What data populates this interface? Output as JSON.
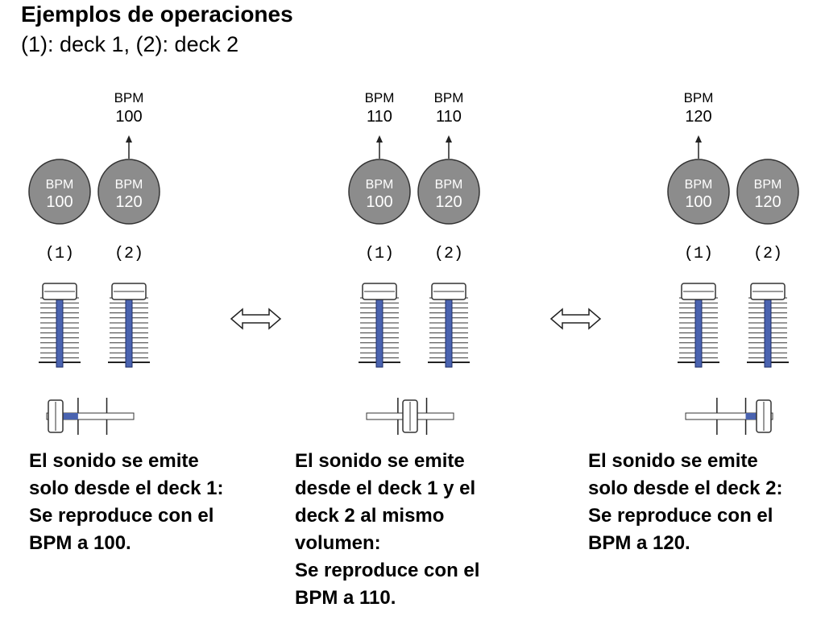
{
  "header": {
    "title": "Ejemplos de operaciones",
    "subtitle": "(1): deck 1, (2): deck 2"
  },
  "bpm_label": "BPM",
  "deck_labels": [
    "(1)",
    "(2)"
  ],
  "panels": [
    {
      "output_bpm": [
        "100"
      ],
      "deck_bpm": [
        "100",
        "120"
      ],
      "crossfader": "left",
      "caption": [
        "El sonido se emite",
        "solo desde el deck 1:",
        "Se reproduce con el",
        "BPM a 100."
      ]
    },
    {
      "output_bpm": [
        "110",
        "110"
      ],
      "deck_bpm": [
        "100",
        "120"
      ],
      "crossfader": "center",
      "caption": [
        "El sonido se emite",
        "desde el deck 1 y el",
        "deck 2 al mismo",
        "volumen:",
        "Se reproduce con el",
        "BPM a 110."
      ]
    },
    {
      "output_bpm": [
        "120"
      ],
      "deck_bpm": [
        "100",
        "120"
      ],
      "crossfader": "right",
      "caption": [
        "El sonido se emite",
        "solo desde el deck 2:",
        "Se reproduce con el",
        "BPM a 120."
      ]
    }
  ],
  "colors": {
    "knob_fill": "#8c8c8c",
    "fader_track": "#4a63b0",
    "line": "#222222"
  }
}
